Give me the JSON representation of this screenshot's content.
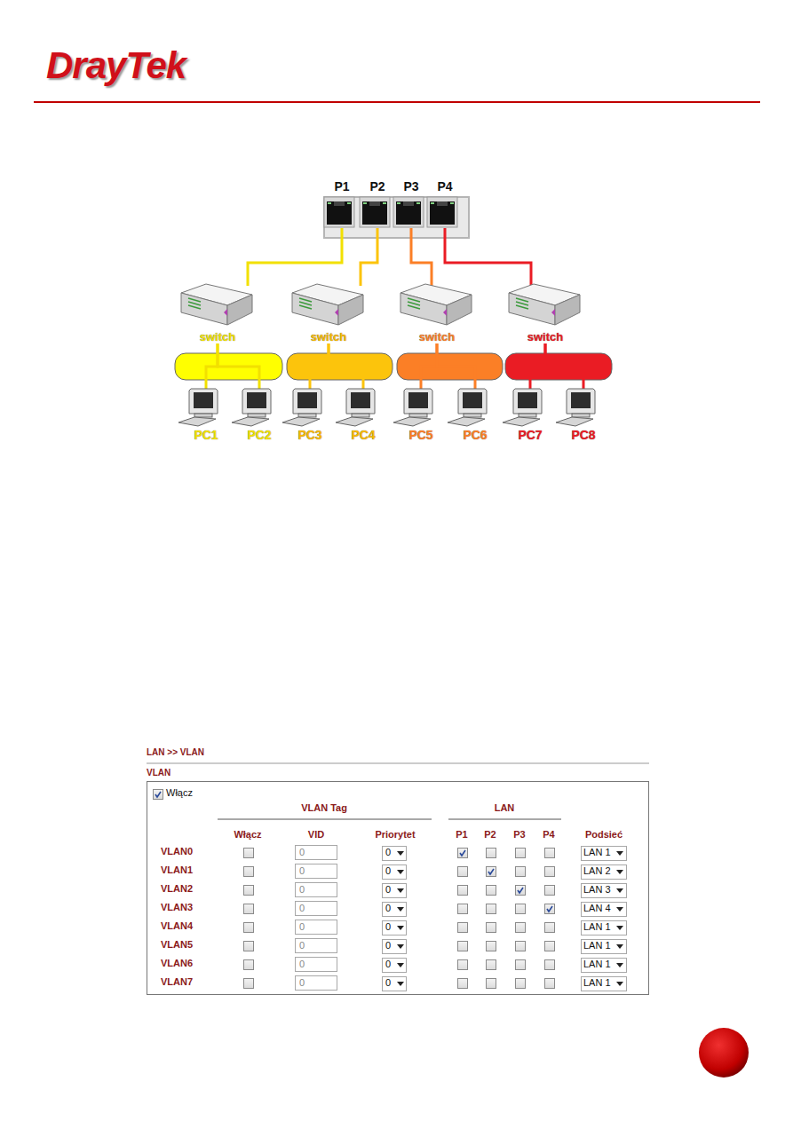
{
  "diagram": {
    "nodes": [
      {
        "text": [
          "P1"
        ]
      },
      {
        "text": [
          "P2"
        ]
      },
      {
        "text": [
          "P3"
        ]
      },
      {
        "text": [
          "P4"
        ]
      },
      {
        "text": [
          "switch"
        ]
      },
      {
        "text": [
          "switch"
        ]
      },
      {
        "text": [
          "switch"
        ]
      },
      {
        "text": [
          "switch"
        ]
      },
      {
        "text": [
          "PC1"
        ]
      },
      {
        "text": [
          "PC2"
        ]
      },
      {
        "text": [
          "PC3"
        ]
      },
      {
        "text": [
          "PC4"
        ]
      },
      {
        "text": [
          "PC5"
        ]
      },
      {
        "text": [
          "PC6"
        ]
      },
      {
        "text": [
          "PC7"
        ]
      },
      {
        "text": [
          "PC8"
        ]
      }
    ],
    "edges": [
      {
        "from": 0,
        "to": 4,
        "arrow": "none"
      },
      {
        "from": 1,
        "to": 5,
        "arrow": "none"
      },
      {
        "from": 2,
        "to": 6,
        "arrow": "none"
      },
      {
        "from": 3,
        "to": 7,
        "arrow": "none"
      },
      {
        "from": 4,
        "to": 8,
        "arrow": "none"
      },
      {
        "from": 4,
        "to": 9,
        "arrow": "none"
      },
      {
        "from": 5,
        "to": 10,
        "arrow": "none"
      },
      {
        "from": 5,
        "to": 11,
        "arrow": "none"
      },
      {
        "from": 6,
        "to": 12,
        "arrow": "none"
      },
      {
        "from": 6,
        "to": 13,
        "arrow": "none"
      },
      {
        "from": 7,
        "to": 14,
        "arrow": "none"
      },
      {
        "from": 7,
        "to": 15,
        "arrow": "none"
      }
    ],
    "labels": [
      "DrayTek",
      "LAN >> VLAN",
      "VLAN",
      "Włącz",
      "VLAN Tag",
      "LAN",
      "Włącz",
      "VID",
      "Priorytet",
      "P1",
      "P2",
      "P3",
      "P4",
      "Podsieć",
      "VLAN0",
      "0",
      "0",
      "LAN 1",
      "VLAN1",
      "0",
      "0",
      "LAN 2",
      "VLAN2",
      "0",
      "0",
      "LAN 3",
      "VLAN3",
      "0",
      "0",
      "LAN 4",
      "VLAN4",
      "0",
      "0",
      "LAN 1",
      "VLAN5",
      "0",
      "0",
      "LAN 1",
      "VLAN6",
      "0",
      "0",
      "LAN 1",
      "VLAN7",
      "0",
      "0",
      "LAN 1"
    ]
  }
}
